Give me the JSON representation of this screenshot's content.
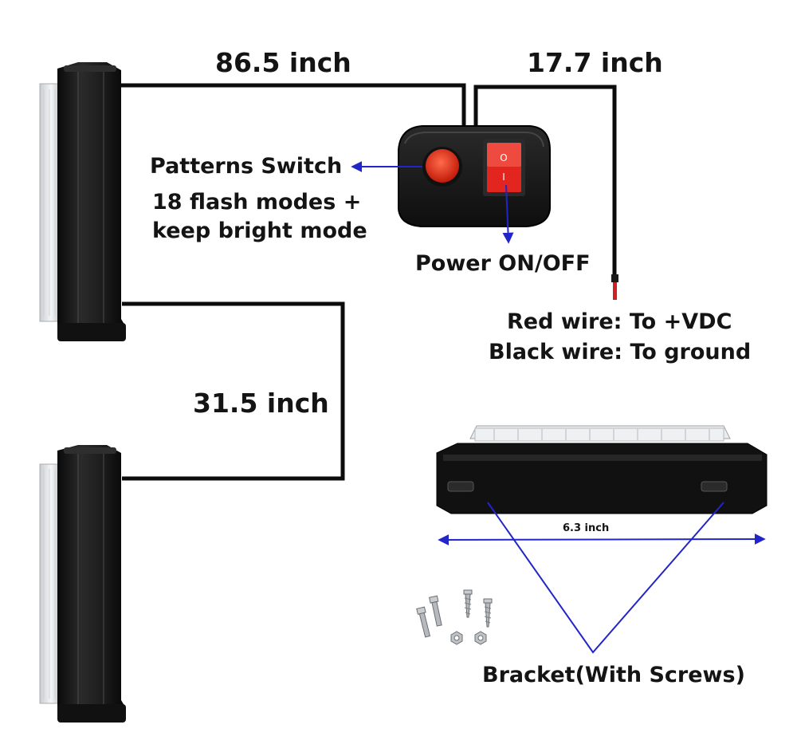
{
  "labels": {
    "left_cable_length": "86.5 inch",
    "right_cable_length": "17.7 inch",
    "link_cable_length": "31.5 inch",
    "patterns_switch": "Patterns Switch",
    "flash_modes_line1": "18 flash modes +",
    "flash_modes_line2": "keep bright mode",
    "power": "Power ON/OFF",
    "power_rocker_on": "O",
    "power_rocker_off": "I",
    "red_wire": "Red wire: To +VDC",
    "black_wire": "Black wire: To ground",
    "width": "6.3 inch",
    "bracket": "Bracket(With Screws)"
  },
  "colors": {
    "wire": "#0c0c0c",
    "callout_arrow": "#2226c9",
    "light_body": "#1c1c1c",
    "lens": "#e4e6e8",
    "switch_button": "#e8321c",
    "rocker_switch": "#e3251f",
    "red_wire_tip": "#d21f1f"
  }
}
